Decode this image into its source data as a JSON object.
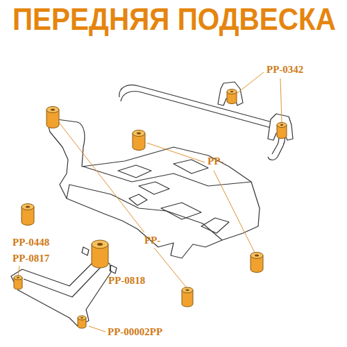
{
  "diagram": {
    "title": "ПЕРЕДНЯЯ ПОДВЕСКА",
    "labels": [
      "PP-0342",
      "PP-",
      "PP-",
      "PP-0448",
      "PP-0817",
      "PP-0818",
      "PP-00002PP"
    ]
  }
}
